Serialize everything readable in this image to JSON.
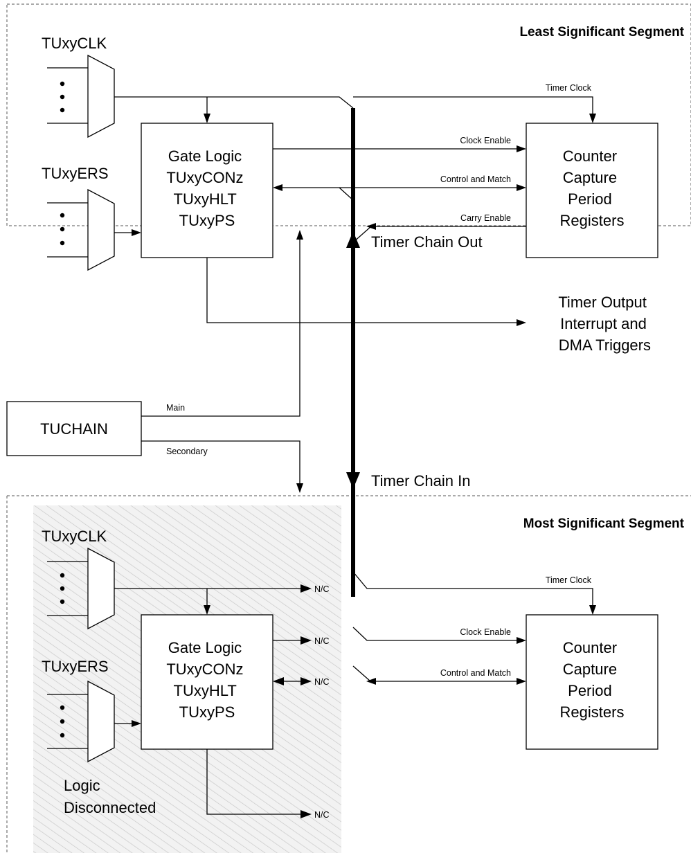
{
  "segments": {
    "least": "Least Significant Segment",
    "most": "Most Significant Segment"
  },
  "top": {
    "clk_mux": "TUxyCLK",
    "ers_mux": "TUxyERS",
    "gate_logic": [
      "Gate Logic",
      "TUxyCONz",
      "TUxyHLT",
      "TUxyPS"
    ],
    "registers": [
      "Counter",
      "Capture",
      "Period",
      "Registers"
    ],
    "signals": {
      "timer_clock": "Timer Clock",
      "clock_enable": "Clock Enable",
      "control_match": "Control and Match",
      "carry_enable": "Carry Enable"
    },
    "output": [
      "Timer Output",
      "Interrupt and",
      "DMA Triggers"
    ]
  },
  "chain": {
    "tuchain": "TUCHAIN",
    "main": "Main",
    "secondary": "Secondary",
    "chain_out": "Timer Chain Out",
    "chain_in": "Timer Chain In"
  },
  "bottom": {
    "clk_mux": "TUxyCLK",
    "ers_mux": "TUxyERS",
    "gate_logic": [
      "Gate Logic",
      "TUxyCONz",
      "TUxyHLT",
      "TUxyPS"
    ],
    "registers": [
      "Counter",
      "Capture",
      "Period",
      "Registers"
    ],
    "signals": {
      "timer_clock": "Timer Clock",
      "clock_enable": "Clock Enable",
      "control_match": "Control and Match"
    },
    "nc": "N/C",
    "disconnected": [
      "Logic",
      "Disconnected"
    ]
  }
}
